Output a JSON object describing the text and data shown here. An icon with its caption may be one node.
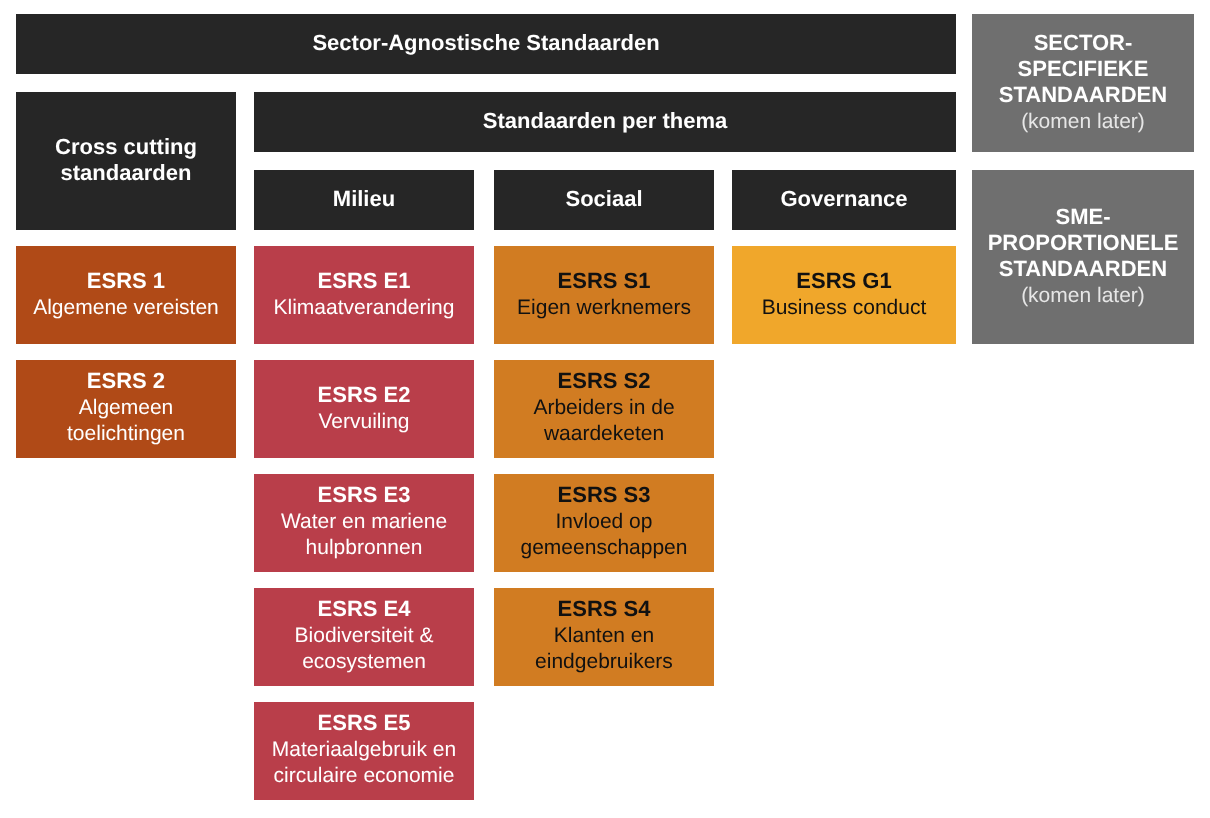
{
  "diagram": {
    "nodes": [
      {
        "text": [
          "Sector-Agnostische Standaarden"
        ]
      },
      {
        "text": [
          "SECTOR-SPECIFIEKE STANDAARDEN",
          "(komen later)"
        ]
      },
      {
        "text": [
          "Cross cutting standaarden"
        ]
      },
      {
        "text": [
          "Standaarden per thema"
        ]
      },
      {
        "text": [
          "Milieu"
        ]
      },
      {
        "text": [
          "Sociaal"
        ]
      },
      {
        "text": [
          "Governance"
        ]
      },
      {
        "text": [
          "SME-PROPORTIONELE STANDAARDEN",
          "(komen later)"
        ]
      },
      {
        "text": [
          "ESRS 1",
          "Algemene vereisten"
        ]
      },
      {
        "text": [
          "ESRS E1",
          "Klimaatverandering"
        ]
      },
      {
        "text": [
          "ESRS S1",
          "Eigen werknemers"
        ]
      },
      {
        "text": [
          "ESRS G1",
          "Business conduct"
        ]
      },
      {
        "text": [
          "ESRS 2",
          "Algemeen toelichtingen"
        ]
      },
      {
        "text": [
          "ESRS E2",
          "Vervuiling"
        ]
      },
      {
        "text": [
          "ESRS S2",
          "Arbeiders in de waardeketen"
        ]
      },
      {
        "text": [
          "ESRS E3",
          "Water en mariene hulpbronnen"
        ]
      },
      {
        "text": [
          "ESRS S3",
          "Invloed op gemeenschappen"
        ]
      },
      {
        "text": [
          "ESRS E4",
          "Biodiversiteit & ecosystemen"
        ]
      },
      {
        "text": [
          "ESRS S4",
          "Klanten en eindgebruikers"
        ]
      },
      {
        "text": [
          "ESRS E5",
          "Materiaalgebruik en circulaire economie"
        ]
      }
    ]
  }
}
